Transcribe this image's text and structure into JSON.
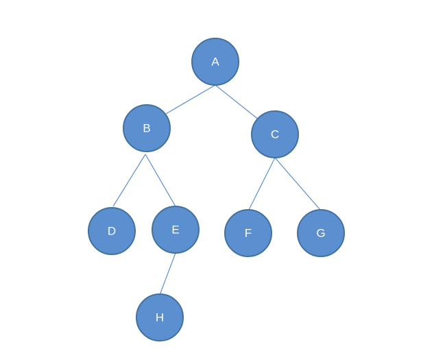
{
  "diagram": {
    "type": "tree",
    "colors": {
      "node_fill": "#5b8fd0",
      "node_stroke": "#41719c",
      "edge": "#5b8fd0",
      "label": "#ffffff",
      "background": "#ffffff"
    },
    "nodes": [
      {
        "id": "A",
        "label": "A"
      },
      {
        "id": "B",
        "label": "B"
      },
      {
        "id": "C",
        "label": "C"
      },
      {
        "id": "D",
        "label": "D"
      },
      {
        "id": "E",
        "label": "E"
      },
      {
        "id": "F",
        "label": "F"
      },
      {
        "id": "G",
        "label": "G"
      },
      {
        "id": "H",
        "label": "H"
      }
    ],
    "edges": [
      {
        "from": "A",
        "to": "B"
      },
      {
        "from": "A",
        "to": "C"
      },
      {
        "from": "B",
        "to": "D"
      },
      {
        "from": "B",
        "to": "E"
      },
      {
        "from": "C",
        "to": "F"
      },
      {
        "from": "C",
        "to": "G"
      },
      {
        "from": "E",
        "to": "H"
      }
    ]
  }
}
